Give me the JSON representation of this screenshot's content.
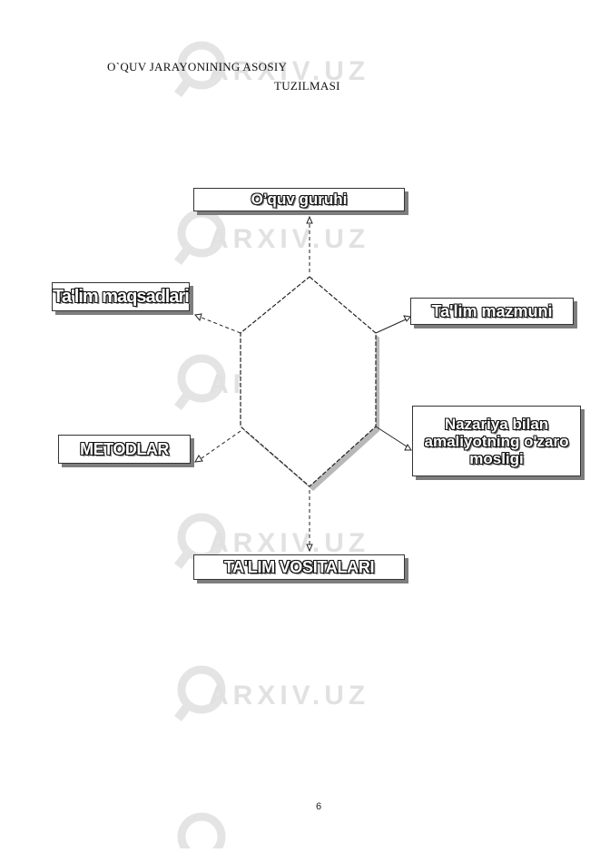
{
  "title": {
    "line1": "O`QUV JARAYONINING ASOSIY",
    "line2": "TUZILMASI"
  },
  "nodes": {
    "guruh": "O’quv guruhi",
    "maqsad": "Ta'lim maqsadlari",
    "mazmun": "Ta'lim mazmuni",
    "metod": "METODLAR",
    "nazariya": "Nazariya bilan amaliyotning o'zaro mosligi",
    "vosita": "TA'LIM VOSITALARI"
  },
  "watermark": "ARXIV.UZ",
  "page_number": "6"
}
